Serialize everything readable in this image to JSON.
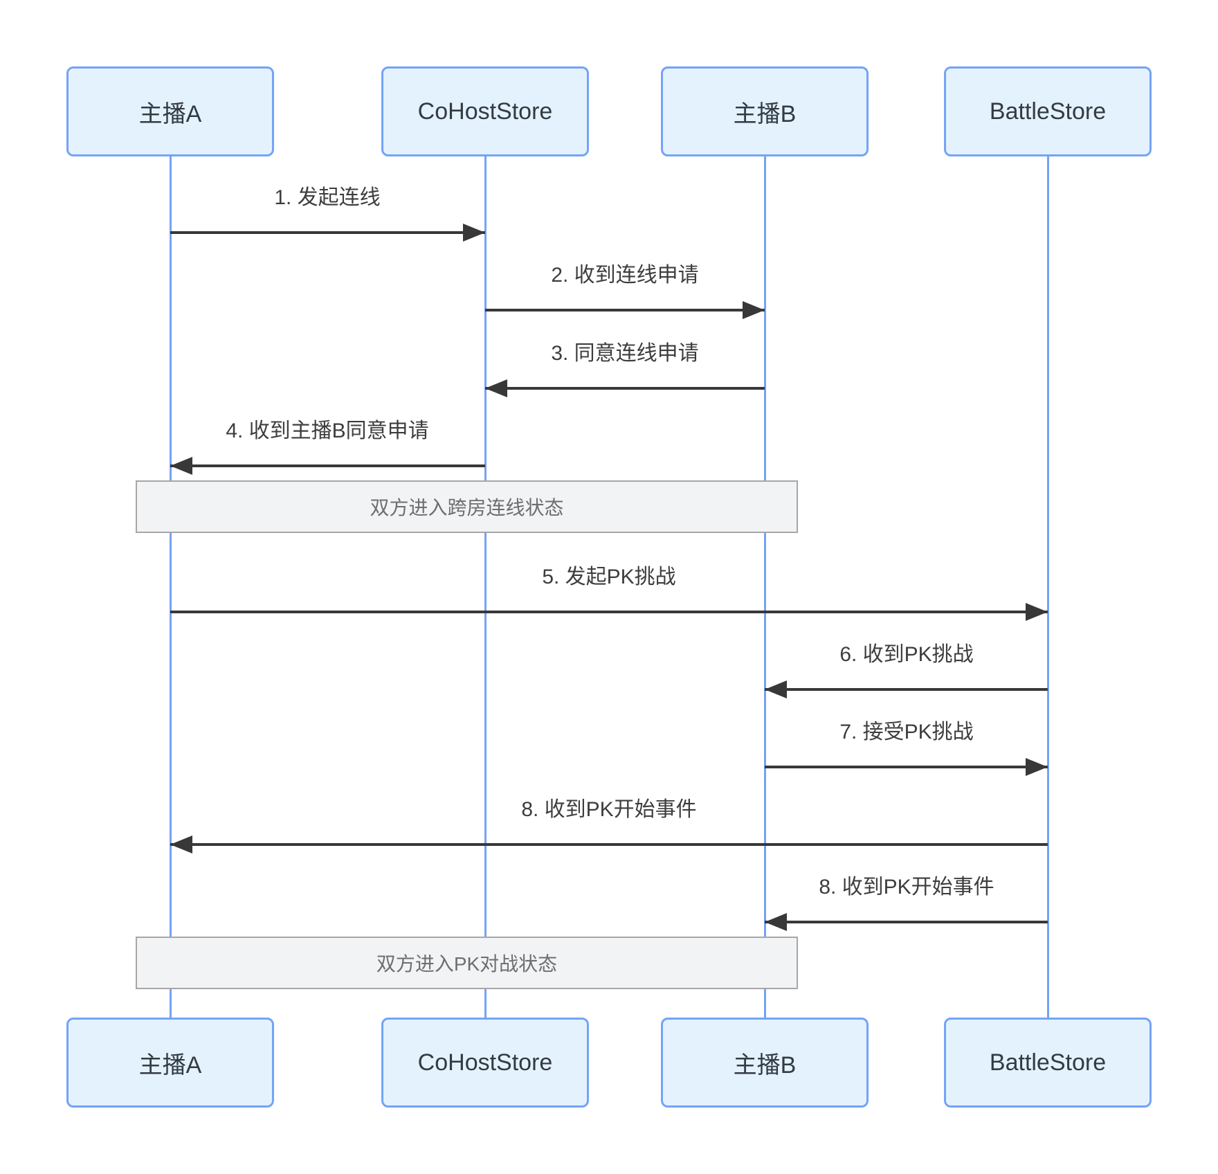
{
  "diagram": {
    "type": "sequence-diagram",
    "colors": {
      "accent_blue": "#74a3f6",
      "actor_fill": "#e3f2fd",
      "actor_text": "#333a42",
      "arrow": "#383838",
      "message_text": "#3d3d3d",
      "note_fill": "#f2f3f5",
      "note_border": "#a6a6a6",
      "note_text": "#6e6e6e",
      "background": "#ffffff"
    },
    "participants": [
      {
        "id": "host-a",
        "label": "主播A"
      },
      {
        "id": "cohost-store",
        "label": "CoHostStore"
      },
      {
        "id": "host-b",
        "label": "主播B"
      },
      {
        "id": "battle-store",
        "label": "BattleStore"
      }
    ],
    "messages": [
      {
        "label": "1. 发起连线",
        "from": "主播A",
        "to": "CoHostStore",
        "direction": "right"
      },
      {
        "label": "2. 收到连线申请",
        "from": "CoHostStore",
        "to": "主播B",
        "direction": "right"
      },
      {
        "label": "3. 同意连线申请",
        "from": "主播B",
        "to": "CoHostStore",
        "direction": "left"
      },
      {
        "label": "4. 收到主播B同意申请",
        "from": "CoHostStore",
        "to": "主播A",
        "direction": "left"
      },
      {
        "label": "5. 发起PK挑战",
        "from": "主播A",
        "to": "BattleStore",
        "direction": "right"
      },
      {
        "label": "6. 收到PK挑战",
        "from": "BattleStore",
        "to": "主播B",
        "direction": "left"
      },
      {
        "label": "7. 接受PK挑战",
        "from": "主播B",
        "to": "BattleStore",
        "direction": "right"
      },
      {
        "label": "8. 收到PK开始事件",
        "from": "BattleStore",
        "to": "主播A",
        "direction": "left"
      },
      {
        "label": "8. 收到PK开始事件",
        "from": "BattleStore",
        "to": "主播B",
        "direction": "left"
      }
    ],
    "notes": [
      {
        "text": "双方进入跨房连线状态"
      },
      {
        "text": "双方进入PK对战状态"
      }
    ]
  }
}
